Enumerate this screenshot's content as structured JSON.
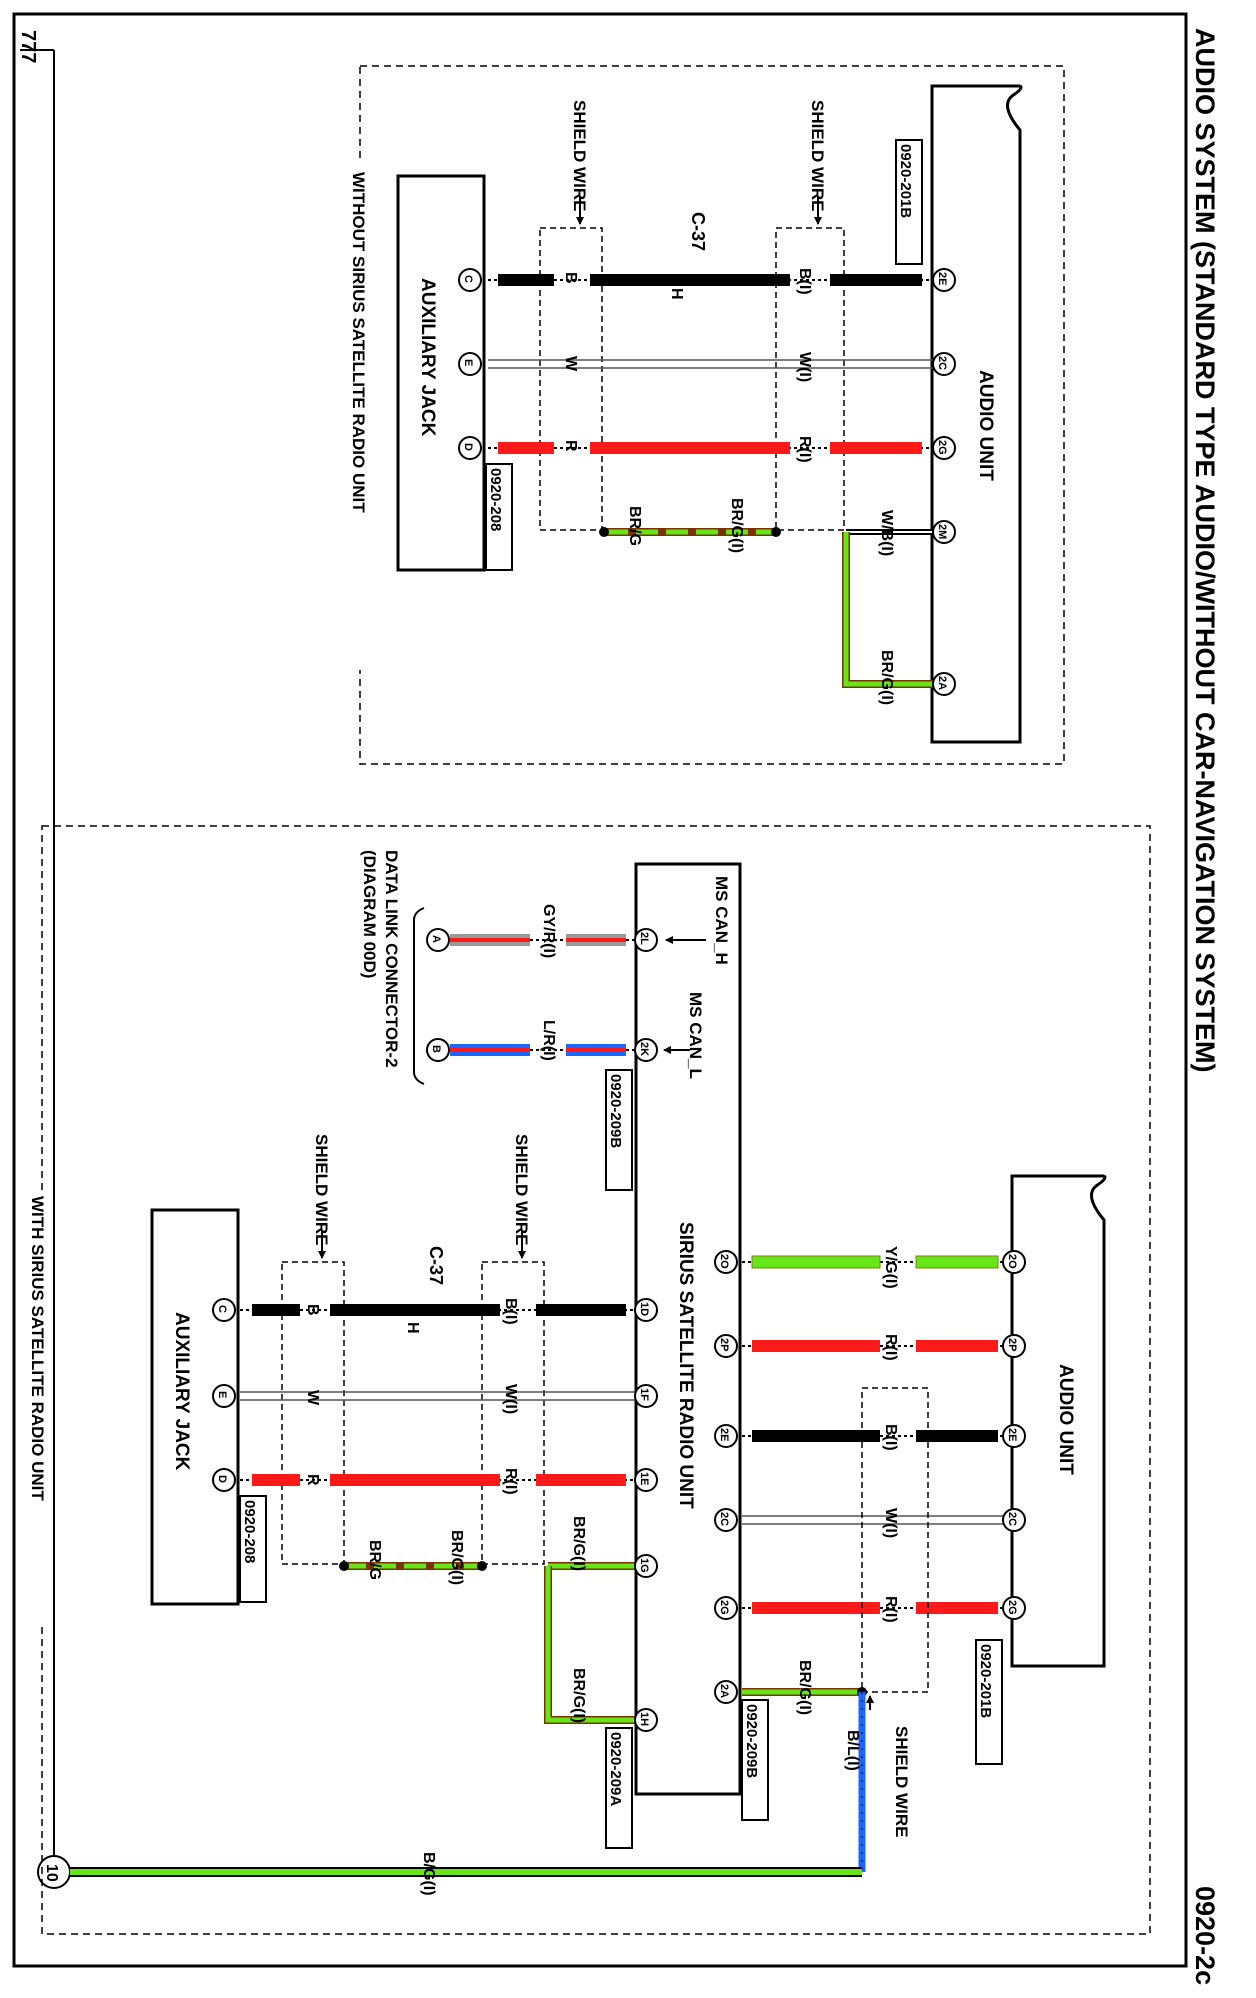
{
  "title": "AUDIO SYSTEM (STANDARD TYPE AUDIO/WITHOUT CAR-NAVIGATION SYSTEM)",
  "page_id": "0920-2c",
  "ground_label": "777",
  "ground_number": "10",
  "top_section": {
    "label": "WITHOUT SIRIUS SATELLITE RADIO UNIT",
    "audio_unit": {
      "name": "AUDIO UNIT",
      "connector": "0920-201B",
      "pins": [
        "2E",
        "2C",
        "2G",
        "2M",
        "2A"
      ]
    },
    "aux_jack": {
      "name": "AUXILIARY JACK",
      "connector": "0920-208",
      "pins": [
        "C",
        "E",
        "D"
      ]
    },
    "intermediate_connector": "C-37",
    "connector_sex": "H",
    "shield_label": "SHIELD WIRE",
    "wires_left": [
      "B(I)",
      "W(I)",
      "R(I)",
      "W/B(I)",
      "BR/G(I)"
    ],
    "wires_right": [
      "B",
      "W",
      "R",
      "BR/G(I)",
      "BR/G"
    ]
  },
  "bottom_section": {
    "label": "WITH SIRIUS SATELLITE RADIO UNIT",
    "audio_unit": {
      "name": "AUDIO UNIT",
      "connector": "0920-201B",
      "pins": [
        "2O",
        "2P",
        "2E",
        "2C",
        "2G"
      ]
    },
    "sirius_unit": {
      "name": "SIRIUS SATELLITE RADIO UNIT",
      "connectors": [
        "0920-209B",
        "0920-209A"
      ],
      "audio_pins": [
        "2O",
        "2P",
        "2E",
        "2C",
        "2G",
        "2A"
      ],
      "aux_pins": [
        "1D",
        "1F",
        "1E",
        "1G",
        "1H"
      ],
      "can_pins": [
        "2L",
        "2K"
      ],
      "can_labels": [
        "MS CAN_H",
        "MS CAN_L"
      ]
    },
    "audio_wires": [
      "Y/G(I)",
      "R(I)",
      "B(I)",
      "W(I)",
      "R(I)",
      "BR/G(I)"
    ],
    "can_wires": [
      "GY/R(I)",
      "L/R(I)"
    ],
    "dlc": {
      "pins": [
        "A",
        "B"
      ],
      "line1": "DATA LINK CONNECTOR-2",
      "line2": "(DIAGRAM 00D)"
    },
    "aux_jack": {
      "name": "AUXILIARY JACK",
      "connector": "0920-208",
      "pins": [
        "C",
        "E",
        "D"
      ]
    },
    "intermediate_connector": "C-37",
    "connector_sex": "H",
    "shield_label": "SHIELD WIRE",
    "aux_wires_left": [
      "B(I)",
      "W(I)",
      "R(I)",
      "BR/G(I)",
      "BR/G(I)"
    ],
    "aux_wires_right": [
      "B",
      "W",
      "R",
      "BR/G(I)",
      "BR/G"
    ],
    "shield_wires": [
      "B/L(I)",
      "B/G(I)"
    ]
  },
  "colors": {
    "black": "#000000",
    "white": "#ffffff",
    "red": "#ff1a1a",
    "green": "#66e619",
    "blue": "#1a66ff",
    "gray": "#bfbfbf"
  }
}
